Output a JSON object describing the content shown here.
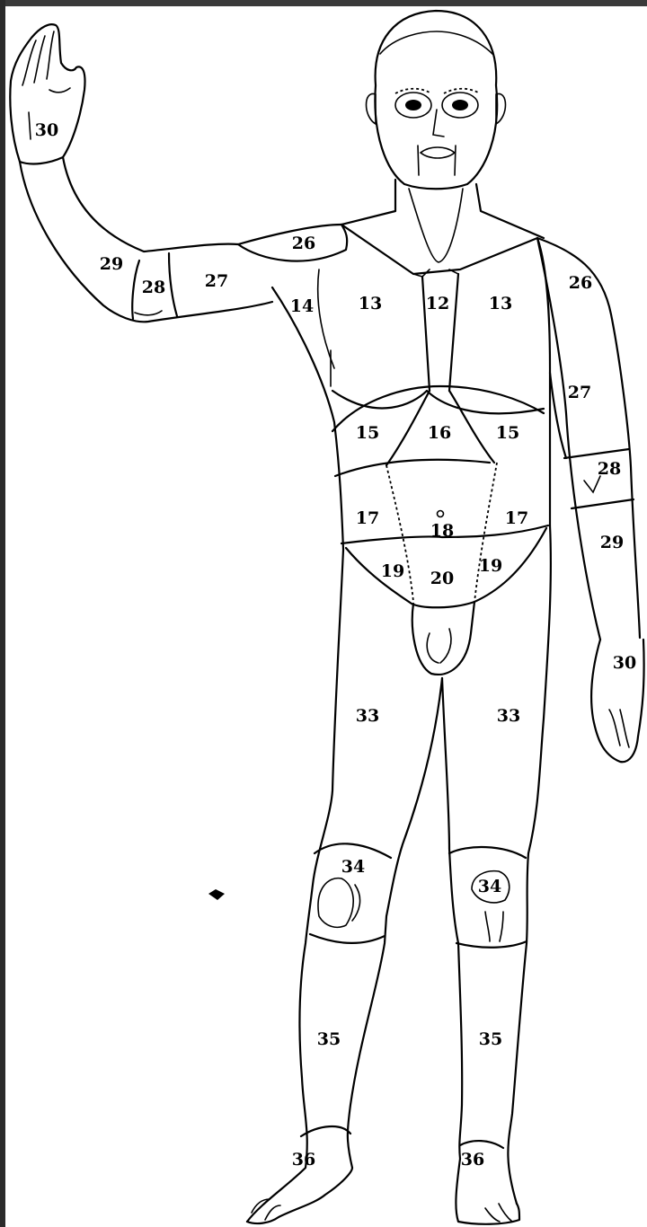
{
  "labels": [
    {
      "id": "hand-right-raised",
      "text": "30"
    },
    {
      "id": "forearm-right",
      "text": "29"
    },
    {
      "id": "elbow-right",
      "text": "28"
    },
    {
      "id": "upper-arm-right",
      "text": "27"
    },
    {
      "id": "shoulder-right",
      "text": "26"
    },
    {
      "id": "axilla-right",
      "text": "14"
    },
    {
      "id": "chest-right",
      "text": "13"
    },
    {
      "id": "sternum",
      "text": "12"
    },
    {
      "id": "chest-left",
      "text": "13"
    },
    {
      "id": "shoulder-left",
      "text": "26"
    },
    {
      "id": "upper-arm-left",
      "text": "27"
    },
    {
      "id": "elbow-left",
      "text": "28"
    },
    {
      "id": "forearm-left",
      "text": "29"
    },
    {
      "id": "hand-left",
      "text": "30"
    },
    {
      "id": "hypochondrium-right",
      "text": "15"
    },
    {
      "id": "epigastrium",
      "text": "16"
    },
    {
      "id": "hypochondrium-left",
      "text": "15"
    },
    {
      "id": "flank-right",
      "text": "17"
    },
    {
      "id": "umbilical",
      "text": "18"
    },
    {
      "id": "flank-left",
      "text": "17"
    },
    {
      "id": "groin-right",
      "text": "19"
    },
    {
      "id": "pubic",
      "text": "20"
    },
    {
      "id": "groin-left",
      "text": "19"
    },
    {
      "id": "thigh-right",
      "text": "33"
    },
    {
      "id": "thigh-left",
      "text": "33"
    },
    {
      "id": "knee-right",
      "text": "34"
    },
    {
      "id": "knee-left",
      "text": "34"
    },
    {
      "id": "shin-right",
      "text": "35"
    },
    {
      "id": "shin-left",
      "text": "35"
    },
    {
      "id": "foot-right",
      "text": "36"
    },
    {
      "id": "foot-left",
      "text": "36"
    }
  ]
}
